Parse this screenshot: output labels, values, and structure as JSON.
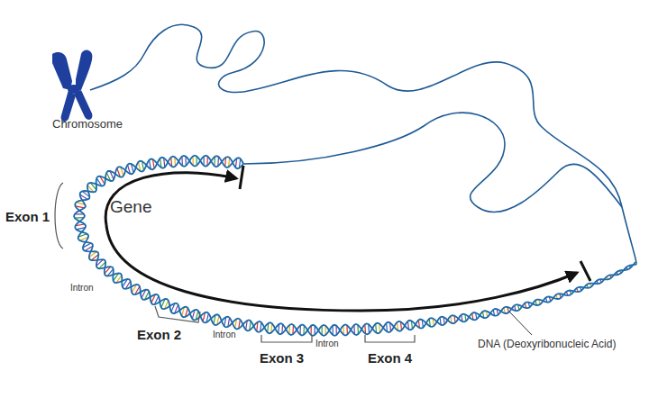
{
  "diagram": {
    "labels": [
      "Chromosome",
      "Exon 1",
      "Gene",
      "Intron",
      "Exon 2",
      "Intron",
      "Exon 3",
      "Intron",
      "Exon 4",
      "DNA (Deoxyribonucleic Acid)"
    ]
  }
}
